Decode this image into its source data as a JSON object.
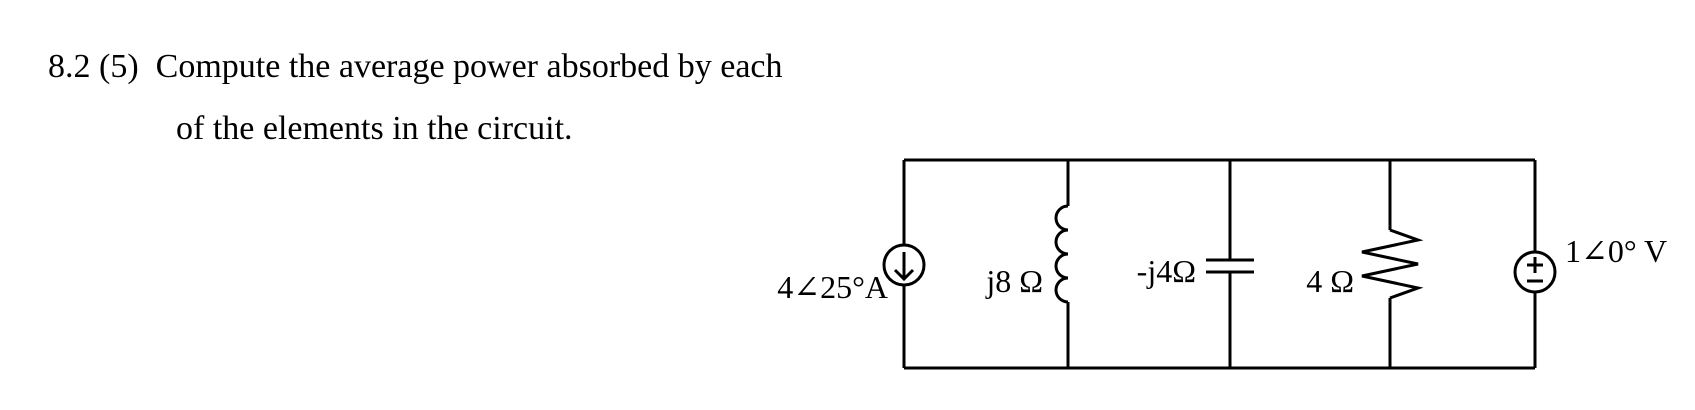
{
  "problem": {
    "number": "8.2 (5)",
    "line1": "Compute the average power absorbed by each",
    "line2": "of the elements in the circuit."
  },
  "circuit": {
    "current_source": {
      "label": "4∠25°A"
    },
    "inductor": {
      "label": "j8 Ω"
    },
    "capacitor": {
      "label": "-j4Ω"
    },
    "resistor": {
      "label": "4 Ω"
    },
    "voltage_source": {
      "label": "1∠0° V",
      "polarity": "+/-"
    }
  }
}
